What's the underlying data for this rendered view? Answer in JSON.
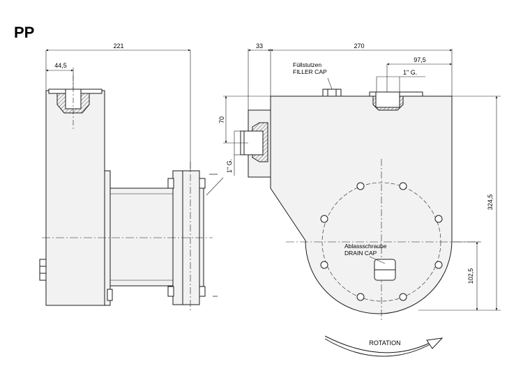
{
  "title": "PP",
  "dimensions": {
    "overall_width_left": "221",
    "bore_offset_left": "44,5",
    "offset_right": "33",
    "overall_width_right": "270",
    "port_offset_right": "97,5",
    "thread_top": "1\" G.",
    "thread_side": "1\" G.",
    "height_side_port": "70",
    "overall_height": "324,5",
    "drain_height": "102,5"
  },
  "labels": {
    "filler_de": "Füllstutzen",
    "filler_en": "FILLER CAP",
    "drain_de": "Ablassschraube",
    "drain_en": "DRAIN CAP",
    "rotation": "ROTATION"
  },
  "colors": {
    "body_fill": "#f2f2f2",
    "line": "#1a1a1a",
    "hatch": "#555555"
  }
}
